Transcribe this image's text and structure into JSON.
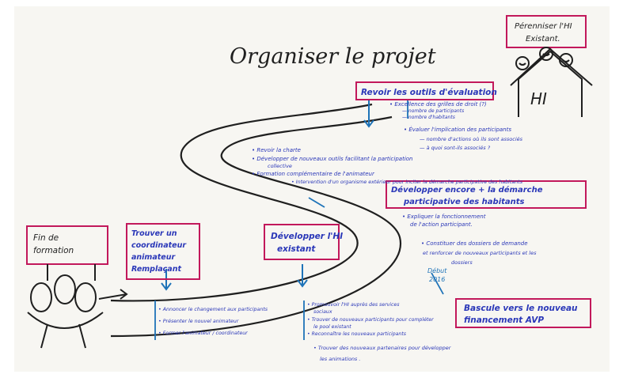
{
  "title": "Organiser le projet",
  "box_existing": {
    "line1": "Pérenniser l'HI",
    "line2": "Existant."
  },
  "house_label": "HI",
  "box_end": {
    "line1": "Fin de",
    "line2": "formation"
  },
  "box_coordinator": {
    "lines": [
      "Trouver un",
      "coordinateur",
      "animateur",
      "Remplaçant"
    ]
  },
  "box_develop_hi": {
    "lines": [
      "Développer l'HI",
      "existant"
    ]
  },
  "box_tools": {
    "label": "Revoir les outils d'évaluation"
  },
  "box_engage": {
    "lines": [
      "Développer encore + la démarche",
      "participative des habitants"
    ]
  },
  "box_switch": {
    "lines": [
      "Bascule vers le nouveau",
      "financement AVP"
    ]
  },
  "start_marker": {
    "line1": "Début",
    "line2": "2016"
  },
  "notes_tools": [
    "• Excellence des grilles de droit (?)",
    "— nombre de participants",
    "— nombre d'habitants"
  ],
  "notes_eval": [
    "• Évaluer l'implication des participants",
    "— nombre d'actions où ils sont associés",
    "— à quoi sont-ils associés ?"
  ],
  "notes_middle": [
    "• Revoir la charte",
    "• Développer de nouveaux outils facilitant la participation",
    "collective",
    "• Formation complémentaire de l'animateur",
    "• Intervention d'un organisme extérieur pour inciter la démarche participative des habitants"
  ],
  "notes_right": [
    "• Expliquer la fonctionnement",
    "de l'action participant.",
    "• Constituer des dossiers de demande",
    "et renforcer de nouveaux participants et les",
    "dossiers"
  ],
  "notes_bottom_left": [
    "• Annoncer le changement aux participants",
    "• Présenter le nouvel animateur",
    "• Former l'animateur / coordinateur"
  ],
  "notes_bottom_mid": [
    "• Promouvoir l'HI auprès des services",
    "sociaux",
    "• Trouver de nouveaux participants pour compléter",
    "le pool existant",
    "• Reconnaître les nouveaux participants",
    "• Trouver des nouveaux partenaires pour développer",
    "les animations ."
  ],
  "colors": {
    "ink": "#1f1f1f",
    "box_border": "#c2185b",
    "box_text": "#2a37b8",
    "arrow": "#1e73b8"
  }
}
